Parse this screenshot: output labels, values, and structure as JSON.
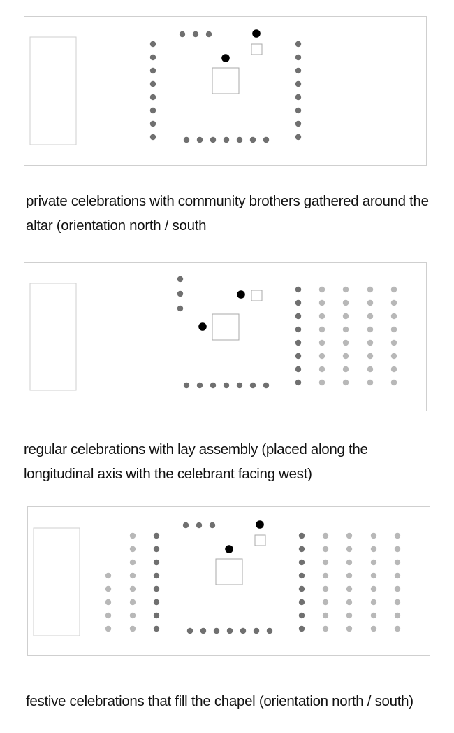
{
  "colors": {
    "community_brother": "#707070",
    "lay_assembly": "#b8b8b8",
    "celebrant": "#000000",
    "outline": "#cfcfcf",
    "altar_outline": "#a8a8a8"
  },
  "diagrams": [
    {
      "caption": "private celebrations with community brothers gathered around the altar (orientation north / south"
    },
    {
      "caption": "regular celebrations with lay assembly (placed along the longitudinal axis with the celebrant facing west)"
    },
    {
      "caption": "festive celebrations that fill the chapel (orientation north / south)"
    }
  ]
}
